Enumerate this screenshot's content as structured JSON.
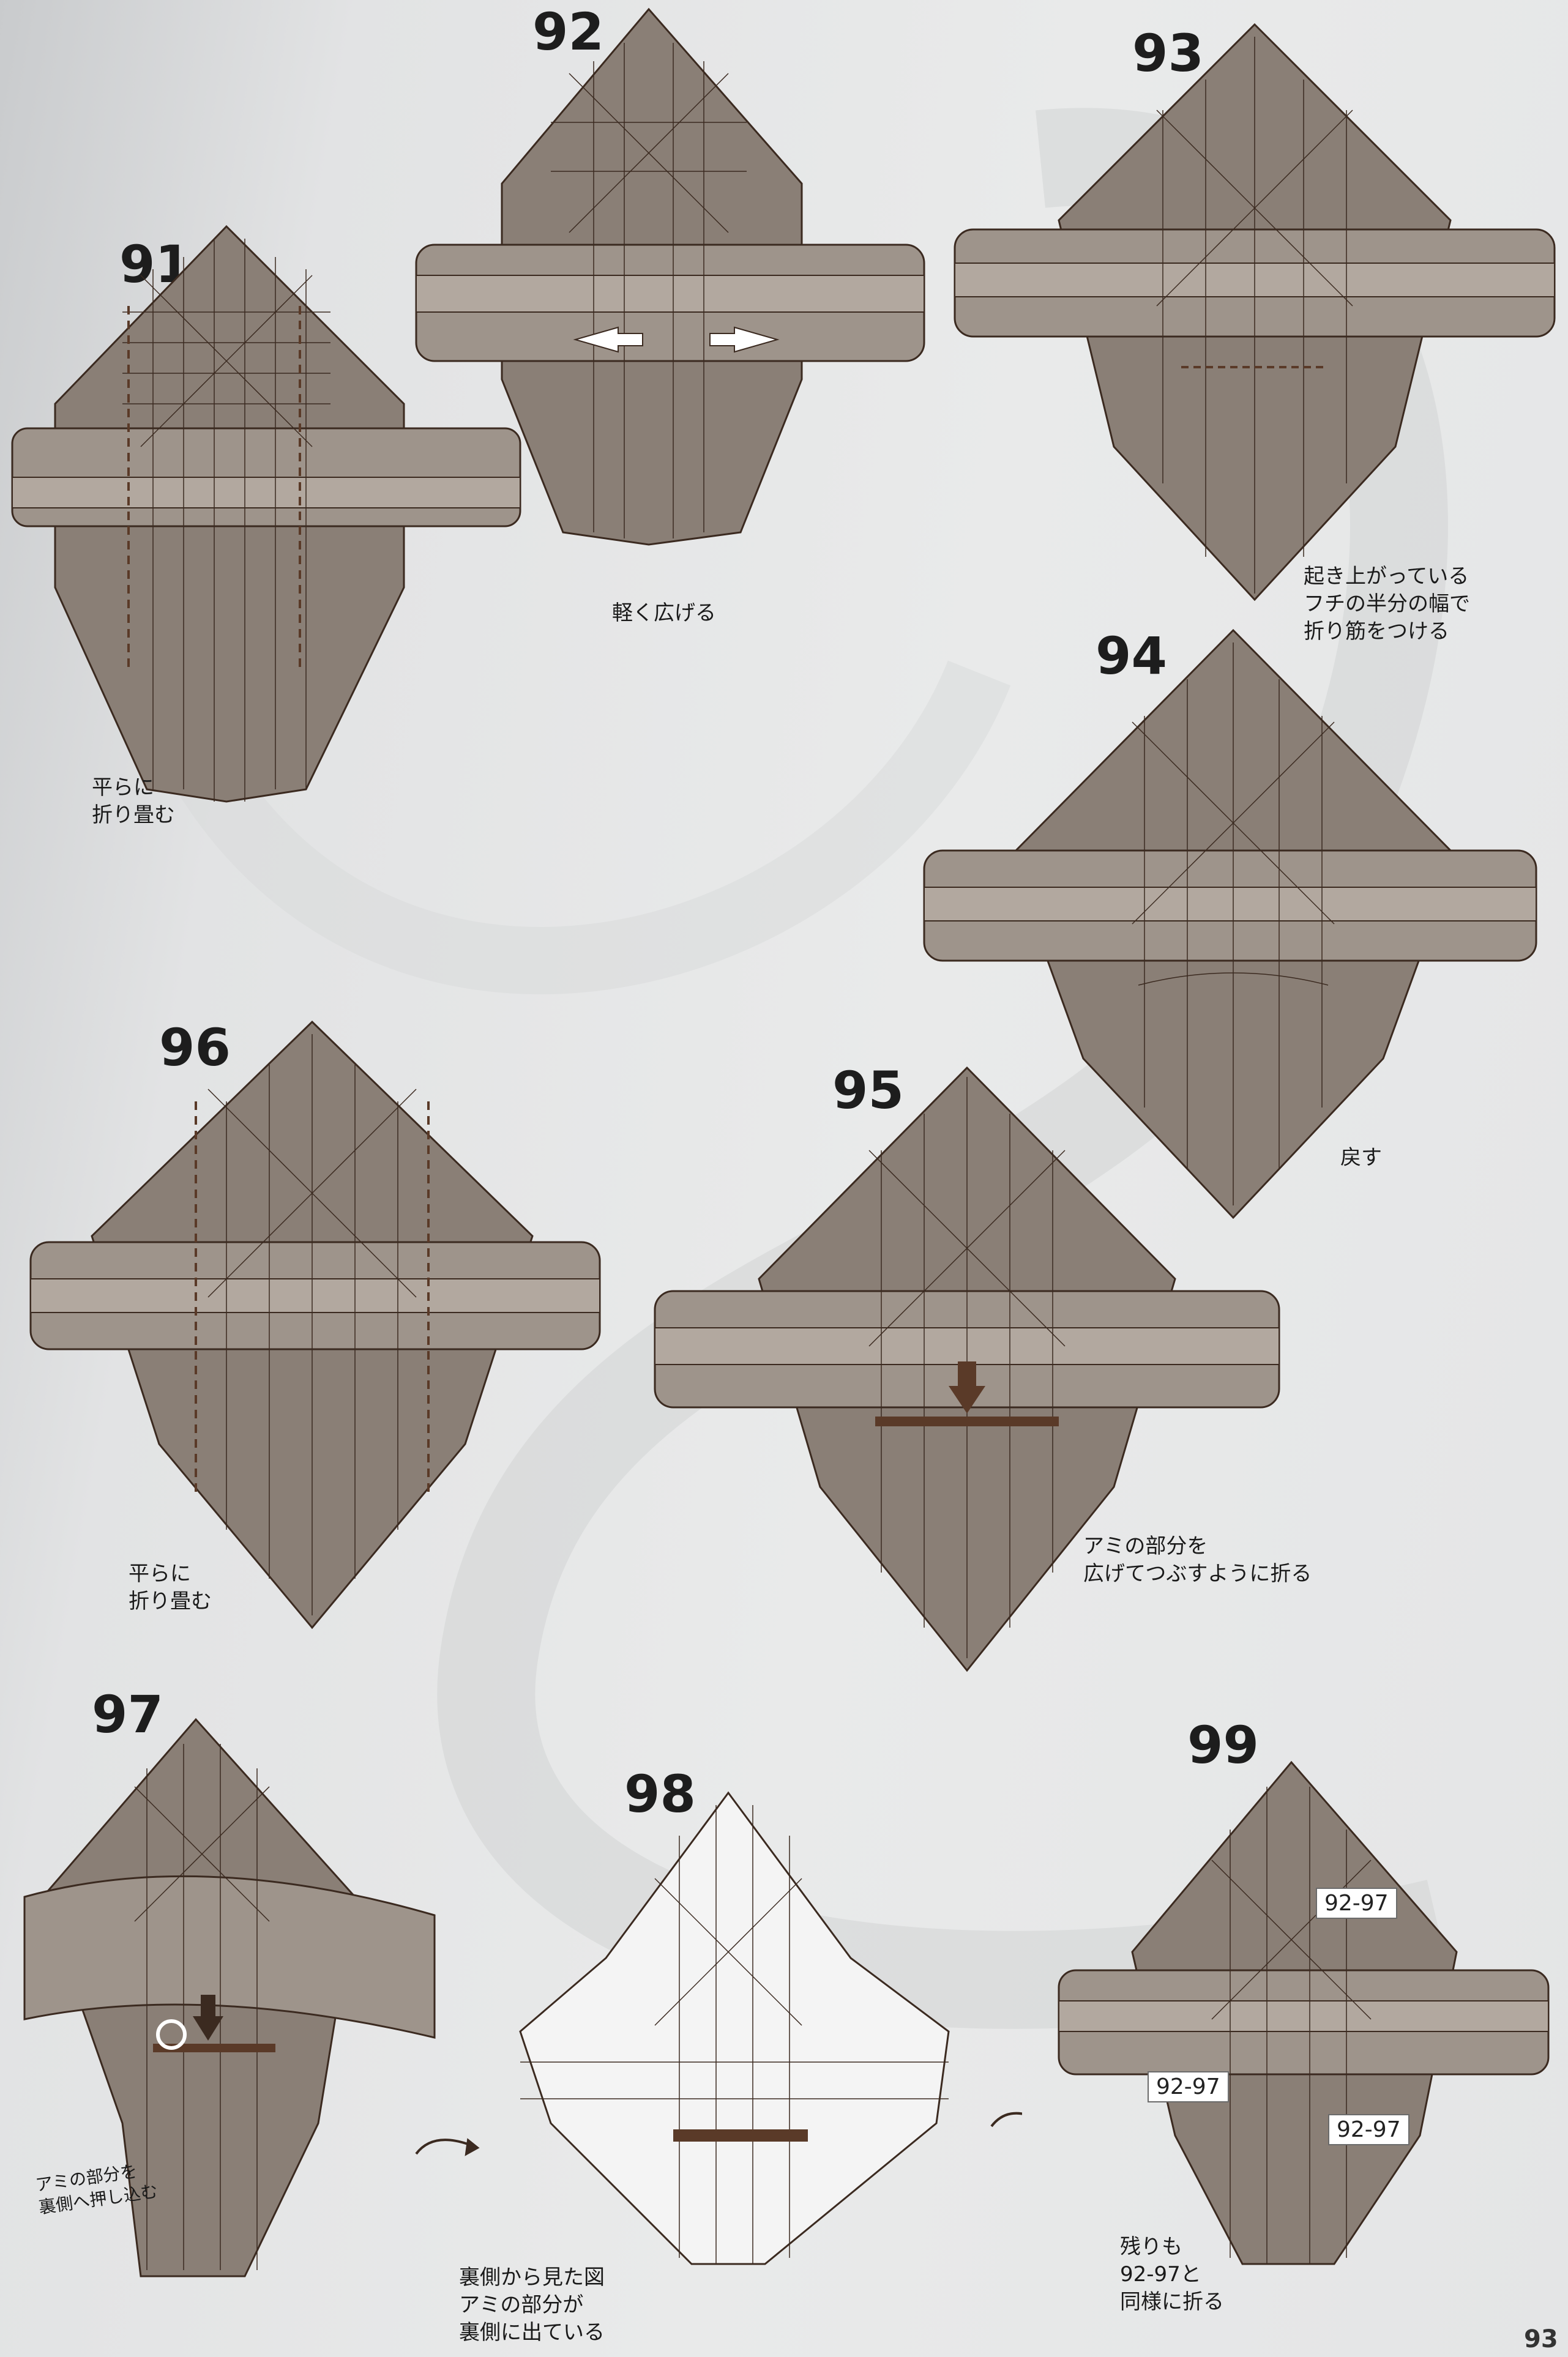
{
  "steps": [
    {
      "number": "91",
      "caption": "平らに\n折り畳む"
    },
    {
      "number": "92",
      "caption": "軽く広げる"
    },
    {
      "number": "93",
      "caption": "起き上がっている\nフチの半分の幅で\n折り筋をつける"
    },
    {
      "number": "94",
      "caption": "戻す"
    },
    {
      "number": "95",
      "caption": "アミの部分を\n広げてつぶすように折る"
    },
    {
      "number": "96",
      "caption": "平らに\n折り畳む"
    },
    {
      "number": "97",
      "caption": "アミの部分を\n裏側へ押し込む"
    },
    {
      "number": "98",
      "caption": "裏側から見た図\nアミの部分が\n裏側に出ている"
    },
    {
      "number": "99",
      "caption": "残りも\n92-97と\n同様に折る"
    }
  ],
  "references": [
    "92-97",
    "92-97",
    "92-97"
  ],
  "page_number": "93",
  "colors": {
    "model_fill": "#8a7f76",
    "model_light": "#b2a89f",
    "model_line": "#3b2a20",
    "arrow_brown": "#5a3a28",
    "reverse_fill": "#f4f4f4"
  },
  "icons": [
    "turn-over-icon",
    "push-arrow-icon",
    "valley-fold-icon"
  ]
}
